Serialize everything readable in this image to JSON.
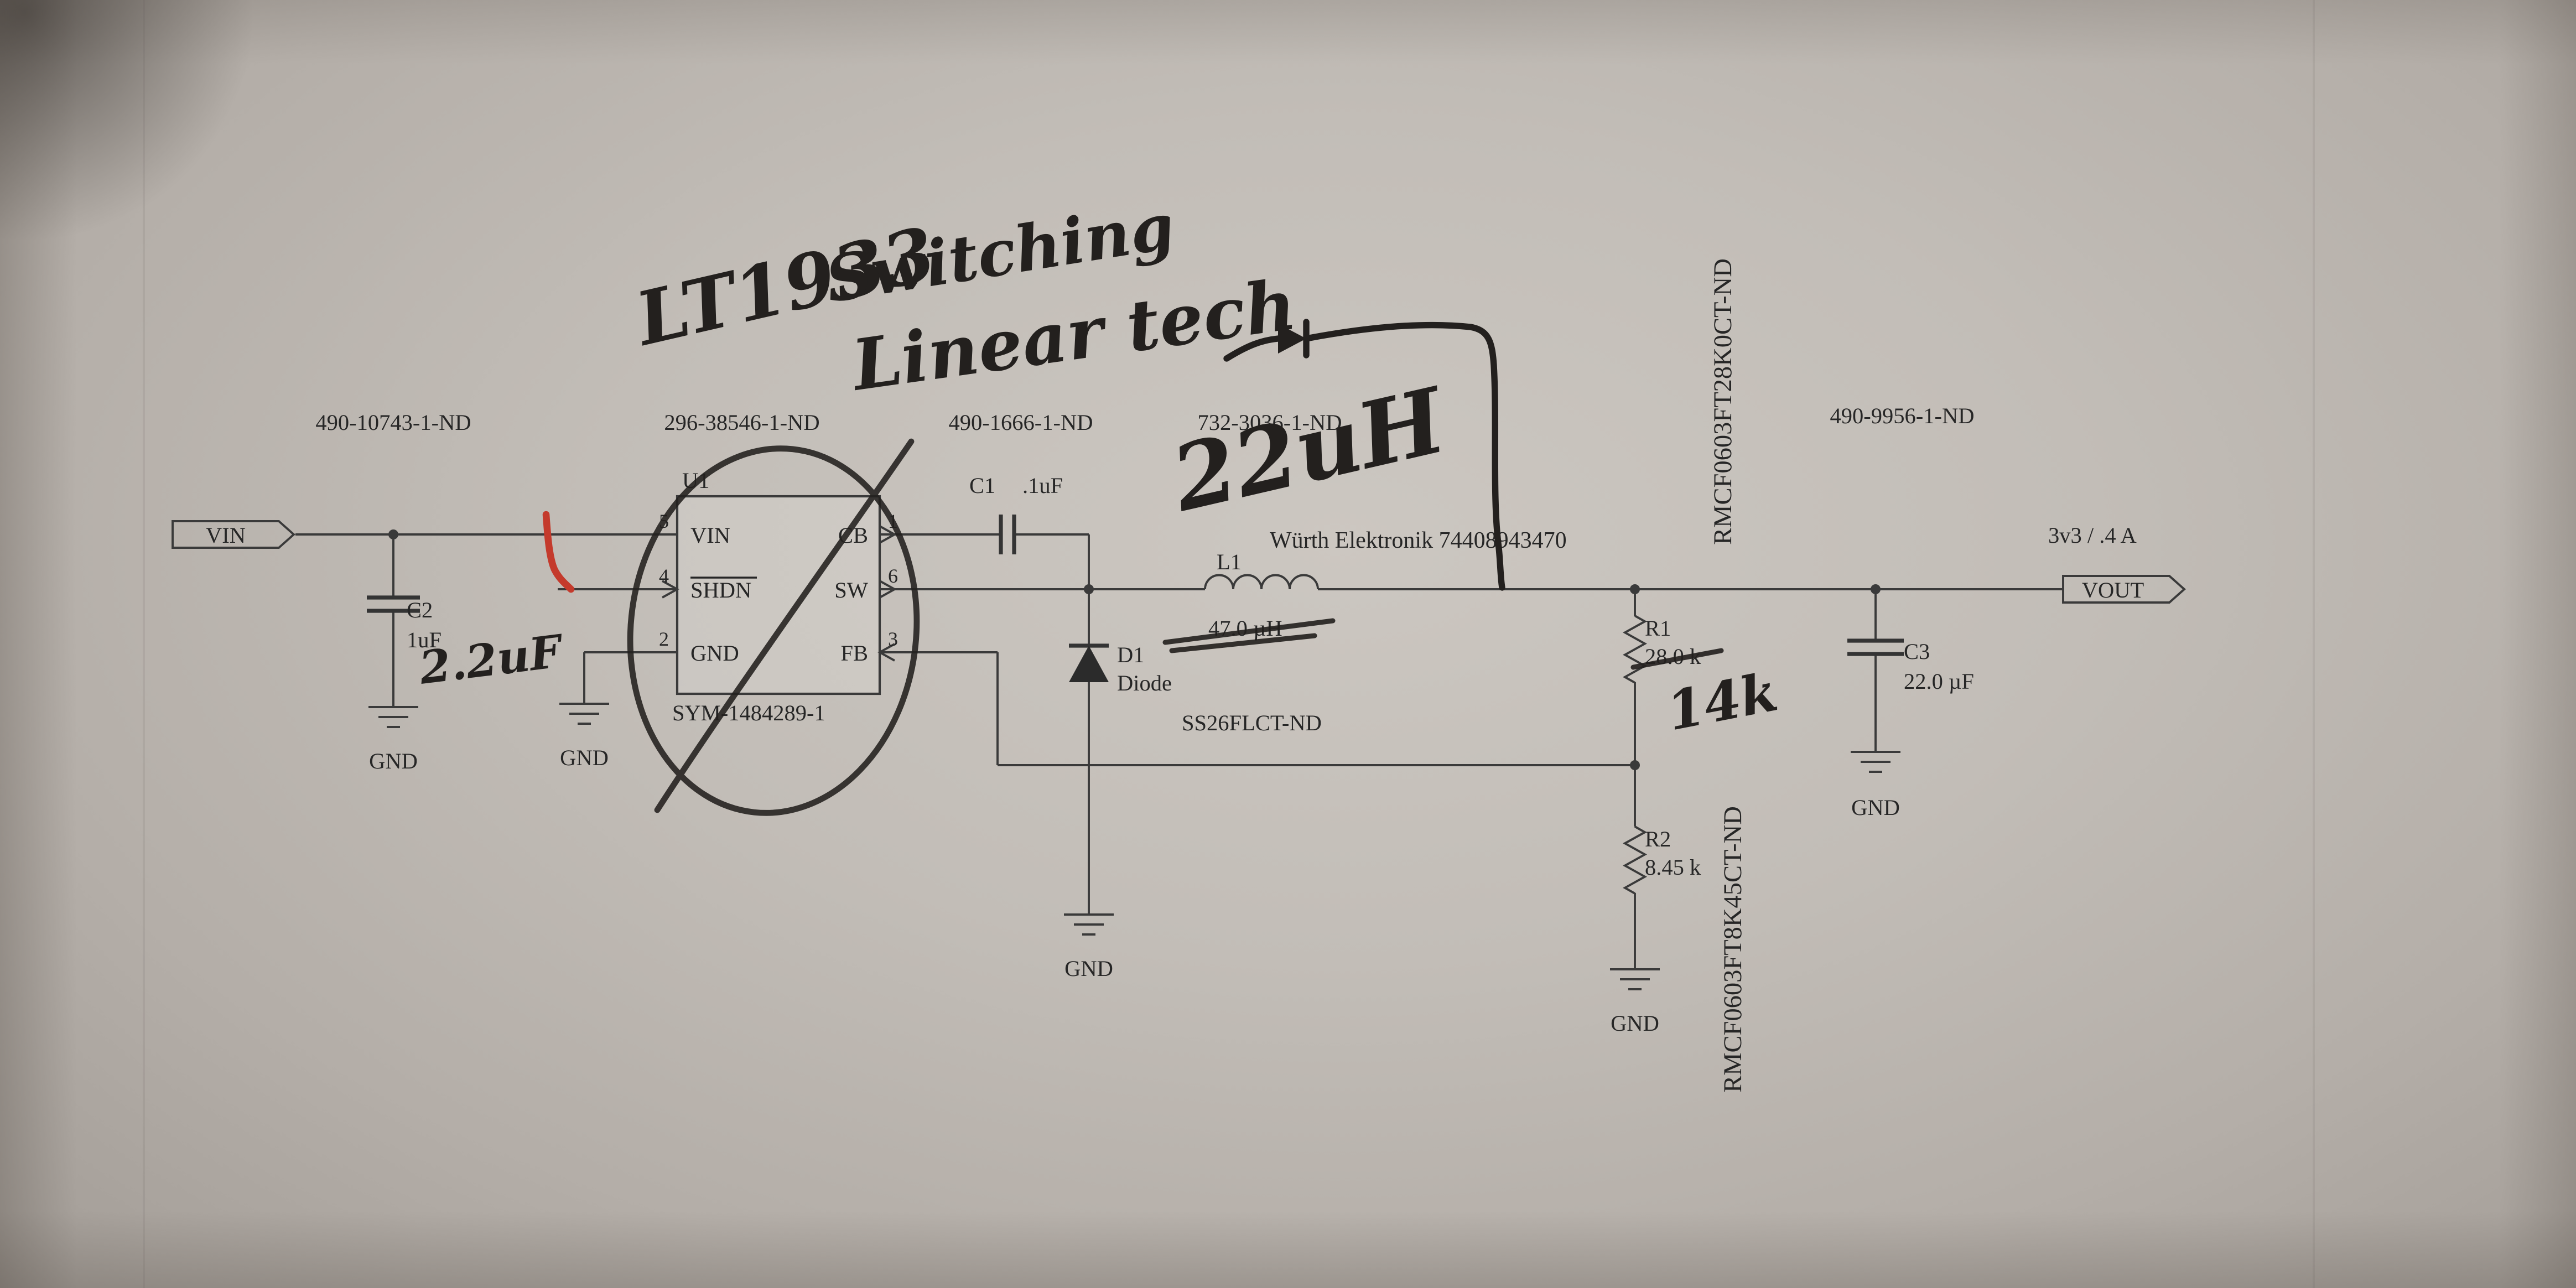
{
  "labels": {
    "vin": "VIN",
    "vout": "VOUT",
    "vout_rating": "3v3 / .4 A",
    "gnd": "GND"
  },
  "part_numbers": {
    "c2": "490-10743-1-ND",
    "u1": "296-38546-1-ND",
    "c1": "490-1666-1-ND",
    "l1": "732-3036-1-ND",
    "c3": "490-9956-1-ND",
    "r1": "RMCF0603FT28K0CT-ND",
    "r2": "RMCF0603FT8K45CT-ND",
    "d1": "SS26FLCT-ND"
  },
  "u1": {
    "ref": "U1",
    "symbol": "SYM-1484289-1",
    "pin5_num": "5",
    "pin5_name": "VIN",
    "pin4_num": "4",
    "pin4_name": "SHDN",
    "pin2_num": "2",
    "pin2_name": "GND",
    "pin1_num": "1",
    "pin1_name": "CB",
    "pin6_num": "6",
    "pin6_name": "SW",
    "pin3_num": "3",
    "pin3_name": "FB"
  },
  "components": {
    "c2_ref": "C2",
    "c2_value": "1uF",
    "c1_ref": "C1",
    "c1_value": ".1uF",
    "l1_ref": "L1",
    "l1_value": "47.0 µH",
    "l1_mfr": "Würth Elektronik 74408943470",
    "d1_ref": "D1",
    "d1_value": "Diode",
    "r1_ref": "R1",
    "r1_value": "28.0 k",
    "r2_ref": "R2",
    "r2_value": "8.45 k",
    "c3_ref": "C3",
    "c3_value": "22.0 µF"
  },
  "handwriting": {
    "part": "LT1933",
    "type": "Switching",
    "brand": "Linear tech",
    "inductance": "22uH",
    "capacitance": "2.2uF",
    "resistance": "14k",
    "ink_color": "#23201e",
    "red_ink_color": "#c43a2c"
  }
}
